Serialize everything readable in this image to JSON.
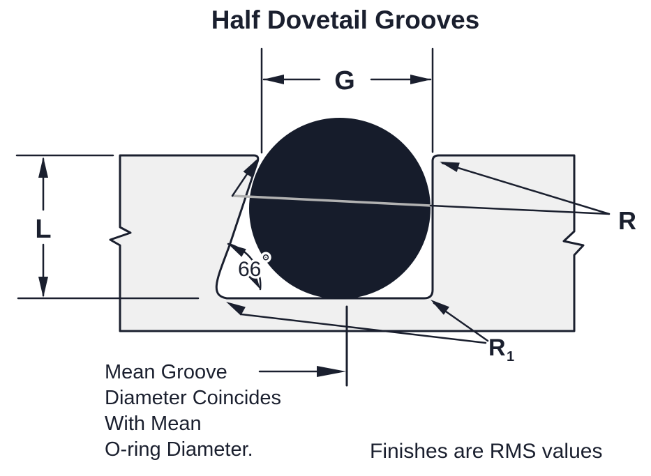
{
  "title": "Half Dovetail Grooves",
  "dimensions": {
    "groove_width_label": "G",
    "groove_depth_label": "L",
    "dovetail_angle_value": "66",
    "degree_symbol": "°",
    "top_corner_radius_label": "R",
    "bottom_corner_radius_label": "R",
    "bottom_corner_radius_subscript": "1"
  },
  "notes": {
    "mean_groove_line1": "Mean Groove",
    "mean_groove_line2": "Diameter Coincides",
    "mean_groove_line3": "With Mean",
    "mean_groove_line4": "O-ring Diameter.",
    "finishes": "Finishes are RMS values"
  },
  "colors": {
    "ink": "#1a1f2e",
    "block_fill": "#f0f0f0",
    "oring_fill": "#161c2b",
    "gray_leader": "#b2b2b2",
    "degree_gray": "#8d9096",
    "background": "#ffffff"
  }
}
